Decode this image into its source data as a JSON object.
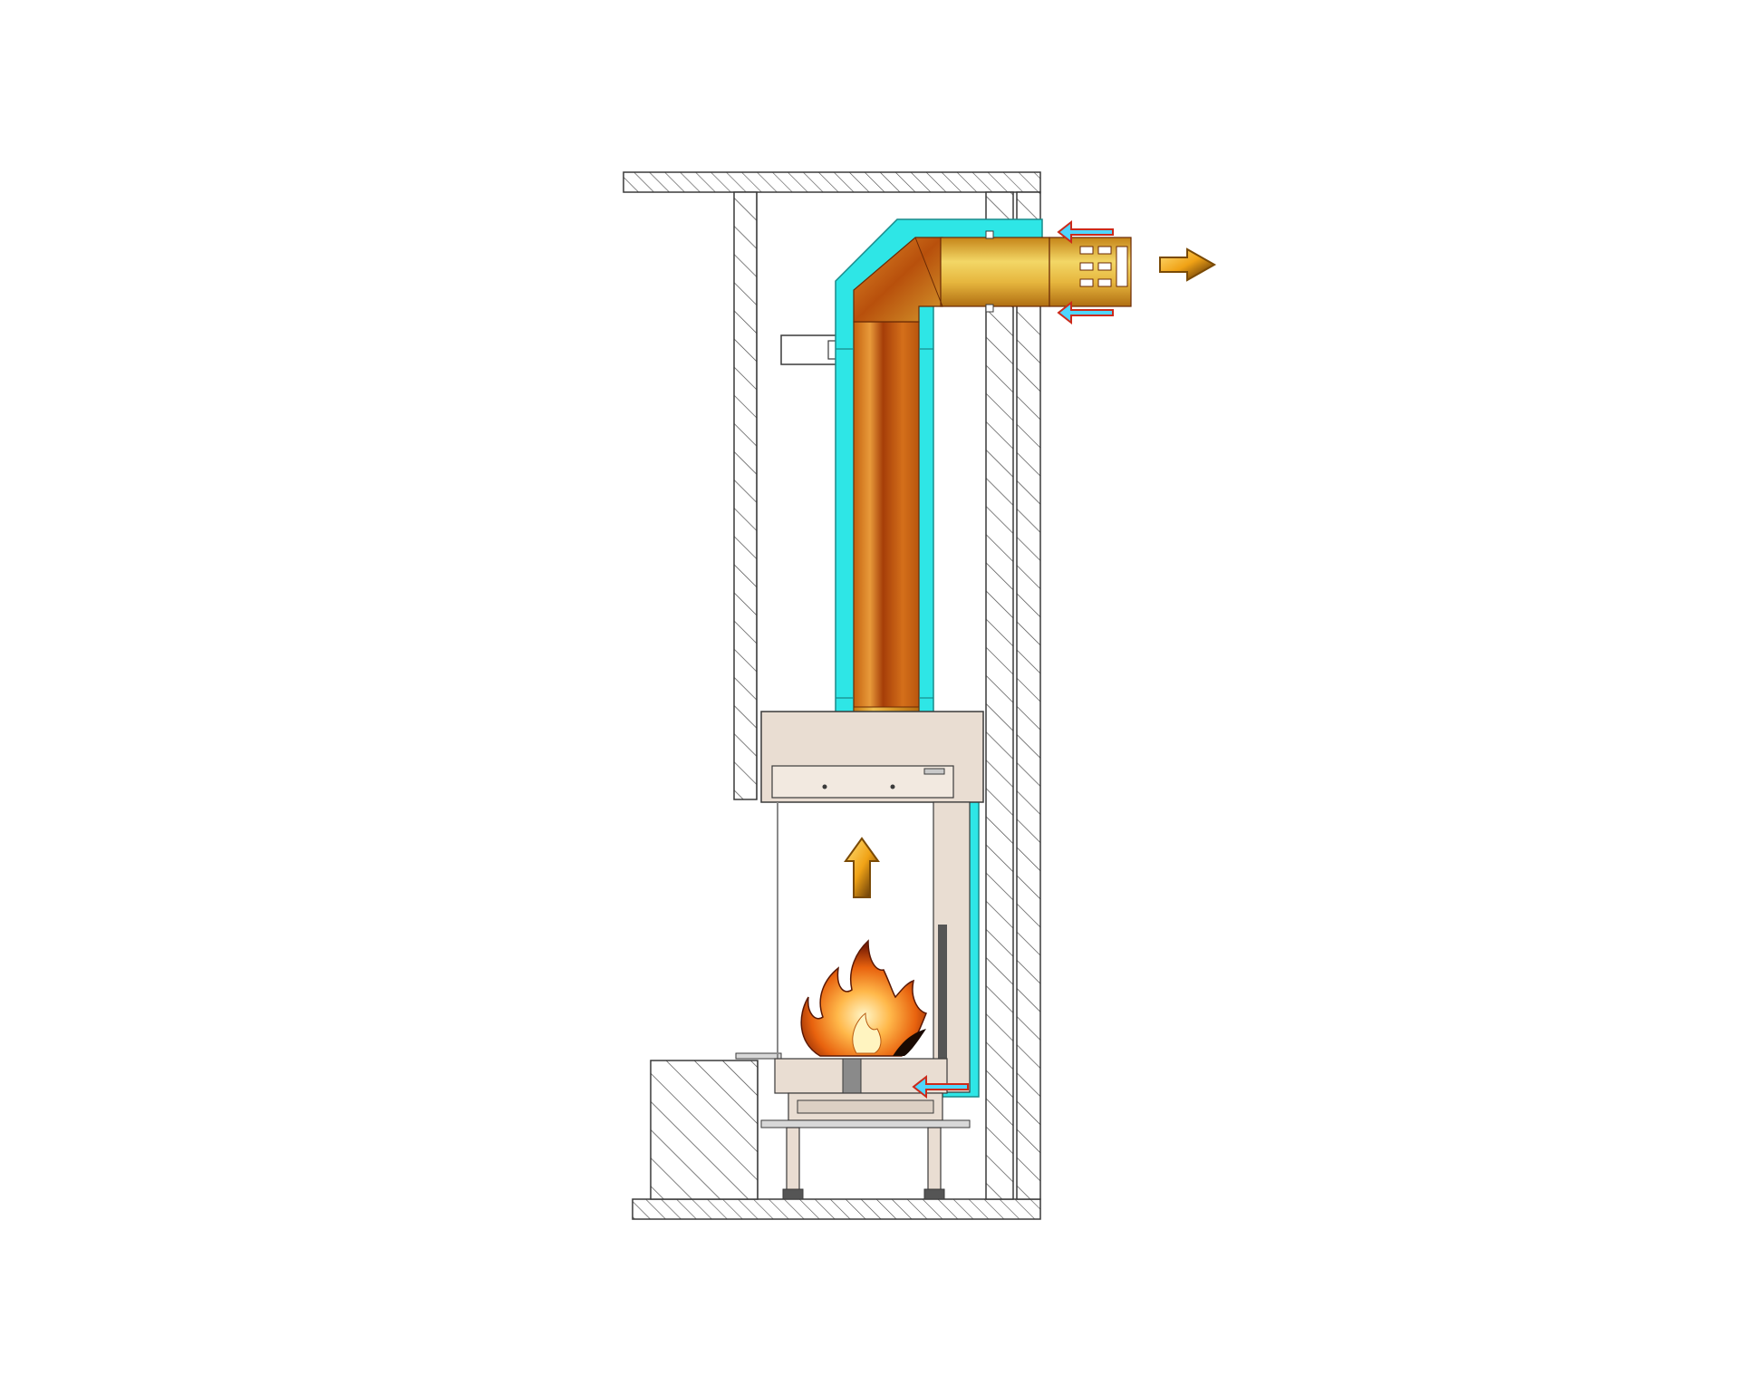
{
  "diagram": {
    "kind": "balanced-flue fireplace cross-section",
    "printed_text": [],
    "colors": {
      "background": "#ffffff",
      "outline": "#3a3a3a",
      "hatch": "#4a4a4a",
      "insulation_cyan": "#2ee6e6",
      "flue_orange_dark": "#b54a0c",
      "flue_orange_light": "#e8a23a",
      "flue_yellow": "#f1d05a",
      "firebox_beige": "#e9ddd2",
      "inflow_arrow_red": "#cc2a1a",
      "flow_arrow_gold": "#f3b21c"
    },
    "components": [
      "ceiling-slab",
      "floor-slab",
      "left-chimney-breast-wall",
      "right-outer-wall",
      "hearth-block",
      "concentric-flue-pipe",
      "insulation-jacket",
      "flue-terminal",
      "firebox",
      "flame",
      "support-legs"
    ],
    "flows": {
      "exhaust_out": "exhaust-arrow",
      "air_in": [
        "air-intake-arrow-top",
        "air-intake-arrow-bottom",
        "air-intake-arrow-firebox"
      ],
      "rising_hot_gas": "updraft-arrow"
    }
  }
}
